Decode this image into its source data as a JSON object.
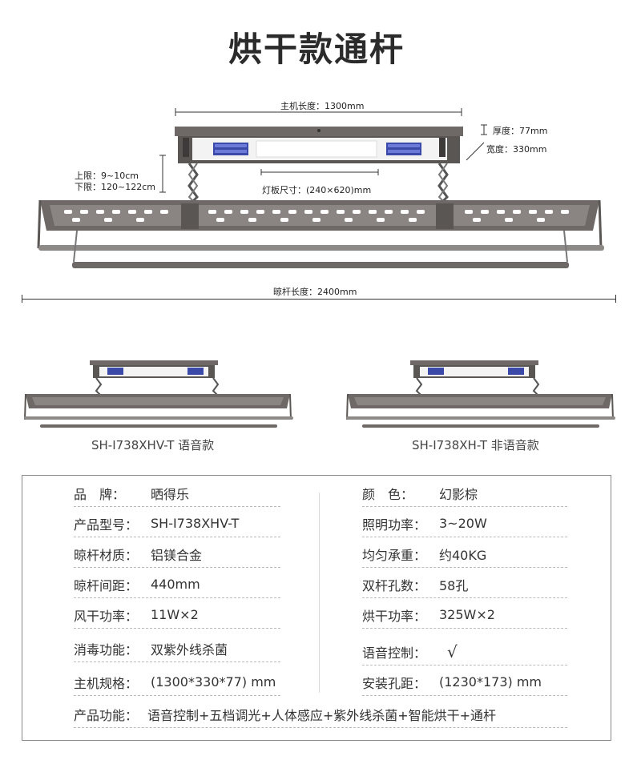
{
  "title": "烘干款通杆",
  "dimensions": {
    "host_length": "主机长度：1300mm",
    "thickness": "厚度：77mm",
    "width": "宽度：330mm",
    "upper_limit": "上限：9~10cm",
    "lower_limit": "下限：120~122cm",
    "panel_size": "灯板尺寸：(240×620)mm",
    "rod_length": "晾杆长度：2400mm"
  },
  "variants": [
    {
      "caption": "SH-I738XHV-T 语音款"
    },
    {
      "caption": "SH-I738XH-T 非语音款"
    }
  ],
  "specs": {
    "left": [
      {
        "label": "品　牌：",
        "value": "晒得乐"
      },
      {
        "label": "产品型号：",
        "value": "SH-I738XHV-T"
      },
      {
        "label": "晾杆材质：",
        "value": "铝镁合金"
      },
      {
        "label": "晾杆间距：",
        "value": "440mm"
      },
      {
        "label": "风干功率：",
        "value": "11W×2"
      },
      {
        "label": "消毒功能：",
        "value": "双紫外线杀菌"
      },
      {
        "label": "主机规格：",
        "value": "(1300*330*77) mm"
      }
    ],
    "right": [
      {
        "label": "颜　色：",
        "value": "幻影棕"
      },
      {
        "label": "照明功率：",
        "value": "3~20W"
      },
      {
        "label": "均匀承重：",
        "value": "约40KG"
      },
      {
        "label": "双杆孔数：",
        "value": "58孔"
      },
      {
        "label": "烘干功率：",
        "value": "325W×2"
      },
      {
        "label": "语音控制：",
        "value": "√"
      },
      {
        "label": "安装孔距：",
        "value": "(1230*173) mm"
      }
    ],
    "features": {
      "label": "产品功能：",
      "value": "语音控制+五档调光+人体感应+紫外线杀菌+智能烘干+通杆"
    }
  },
  "colors": {
    "frame": "#6e6966",
    "frame_dark": "#4f4b49",
    "panel": "#f2f2f2",
    "uv_blue": "#3b4aa8"
  }
}
